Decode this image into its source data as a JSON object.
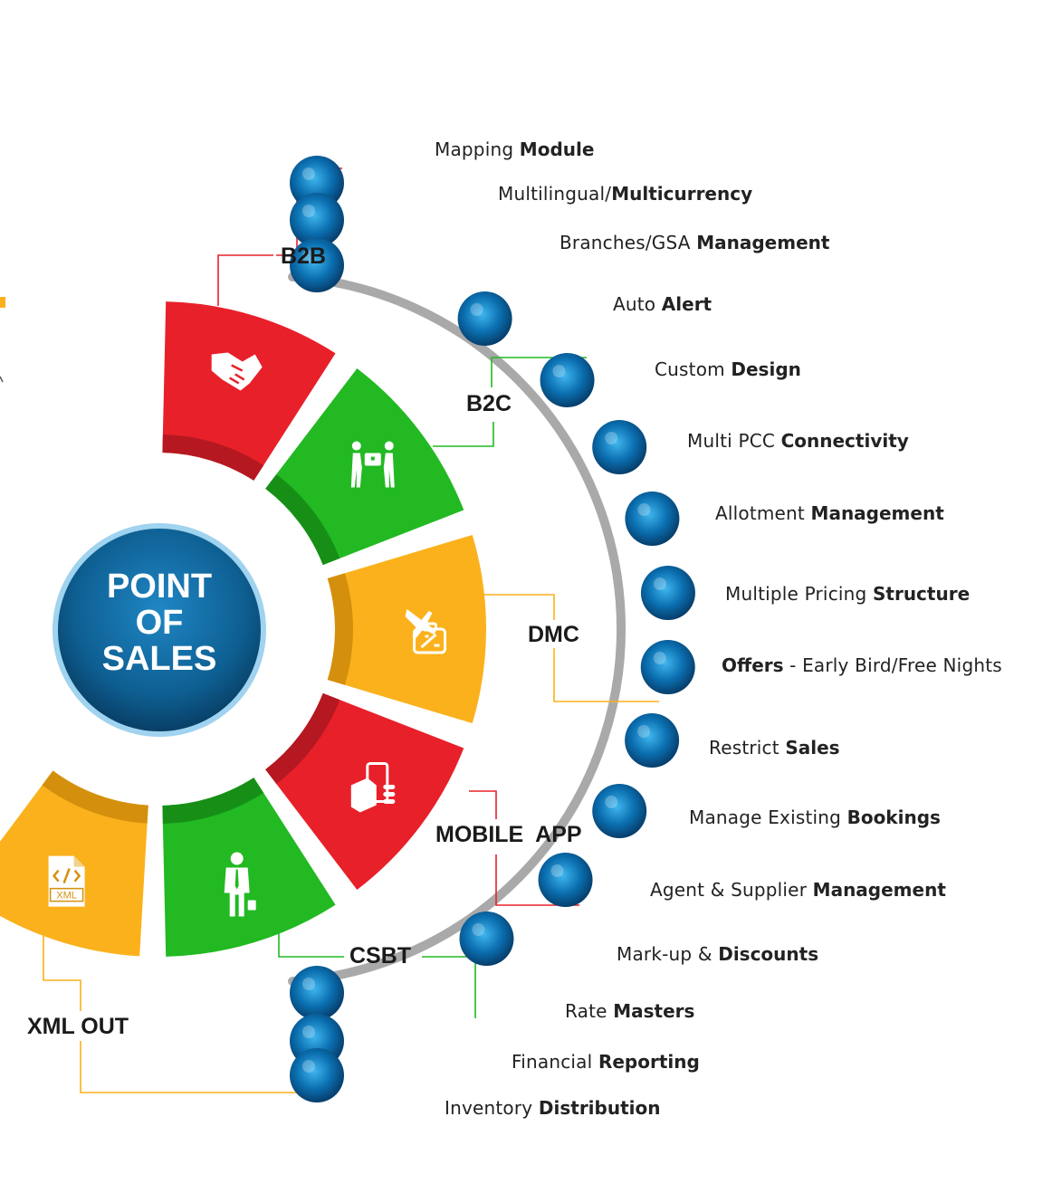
{
  "center": {
    "lines": [
      "POINT",
      "OF",
      "SALES"
    ]
  },
  "segments": [
    {
      "id": "b2b",
      "label": "B2B",
      "color": "#e8202a",
      "shade": "#b51820",
      "icon": "handshake-icon"
    },
    {
      "id": "b2c",
      "label": "B2C",
      "color": "#22b922",
      "shade": "#178f17",
      "icon": "people-exchange-icon"
    },
    {
      "id": "dmc",
      "label": "DMC",
      "color": "#fbb11b",
      "shade": "#d4900c",
      "icon": "plane-luggage-icon"
    },
    {
      "id": "mobile-app",
      "label": "MOBILE  APP",
      "color": "#e8202a",
      "shade": "#b51820",
      "icon": "hand-phone-icon"
    },
    {
      "id": "csbt",
      "label": "CSBT",
      "color": "#22b922",
      "shade": "#178f17",
      "icon": "businessman-icon"
    },
    {
      "id": "xml-out",
      "label": "XML OUT",
      "color": "#fbb11b",
      "shade": "#d4900c",
      "icon": "xml-file-icon"
    }
  ],
  "xml_icon_text": "XML",
  "features": [
    {
      "light": "Mapping ",
      "bold": "Module"
    },
    {
      "light": "Multilingual/",
      "bold": "Multicurrency"
    },
    {
      "light": "Branches/GSA ",
      "bold": "Management"
    },
    {
      "light": "Auto ",
      "bold": "Alert"
    },
    {
      "light": "Custom ",
      "bold": "Design"
    },
    {
      "light": "Multi PCC ",
      "bold": "Connectivity"
    },
    {
      "light": "Allotment ",
      "bold": "Management"
    },
    {
      "light": "Multiple Pricing ",
      "bold": "Structure"
    },
    {
      "bold": "Offers",
      "light": " - Early Bird/Free Nights",
      "bold_first": true
    },
    {
      "light": "Restrict ",
      "bold": "Sales"
    },
    {
      "light": "Manage Existing ",
      "bold": "Bookings"
    },
    {
      "light": "Agent & Supplier ",
      "bold": "Management"
    },
    {
      "light": "Mark-up & ",
      "bold": "Discounts"
    },
    {
      "light": "Rate ",
      "bold": "Masters"
    },
    {
      "light": "Financial ",
      "bold": "Reporting"
    },
    {
      "light": "Inventory ",
      "bold": "Distribution"
    }
  ],
  "colors": {
    "node_light": "#3fb6ee",
    "node_mid": "#0b6fb0",
    "node_dark": "#063a66",
    "arc": "#a9a9a9",
    "center_ring": "#9fd3ef",
    "center_fill": "#0e5f92",
    "accent_orange": "#fbb11b"
  }
}
